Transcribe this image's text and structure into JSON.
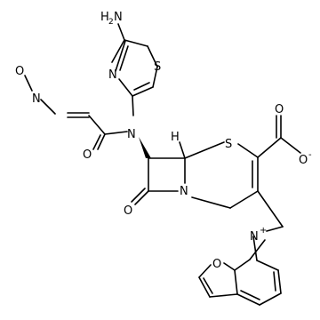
{
  "molecule": {
    "atoms": {
      "nh2_n": "H",
      "nh2_n2": "N",
      "nh2_h_sub": "2",
      "thiazole_n": "N",
      "thiazole_s": "S",
      "oxime_o": "O",
      "oxime_n": "N",
      "amide_o": "O",
      "amide_n": "N",
      "lactam_n": "N",
      "lactam_o": "O",
      "ring_s": "S",
      "stereo_h": "H",
      "carboxyl_o1": "O",
      "carboxyl_o2": "O",
      "carboxyl_charge": "-",
      "pyridinium_n": "N",
      "pyridinium_charge": "+",
      "furan_o": "O"
    },
    "colors": {
      "bond": "#000000",
      "background": "#ffffff"
    }
  }
}
